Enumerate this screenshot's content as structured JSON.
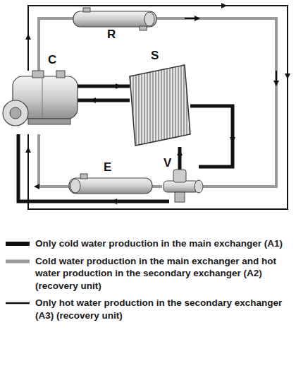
{
  "diagram": {
    "labels": [
      "R",
      "S",
      "C",
      "V",
      "E"
    ],
    "legend": [
      {
        "text": "Only cold water production in the main exchanger (A1)"
      },
      {
        "text": "Cold water production in the main exchanger and hot water production in the secondary exchanger (A2) (recovery unit)"
      },
      {
        "text": "Only hot water production in the secondary exchanger (A3) (recovery unit)"
      }
    ]
  }
}
